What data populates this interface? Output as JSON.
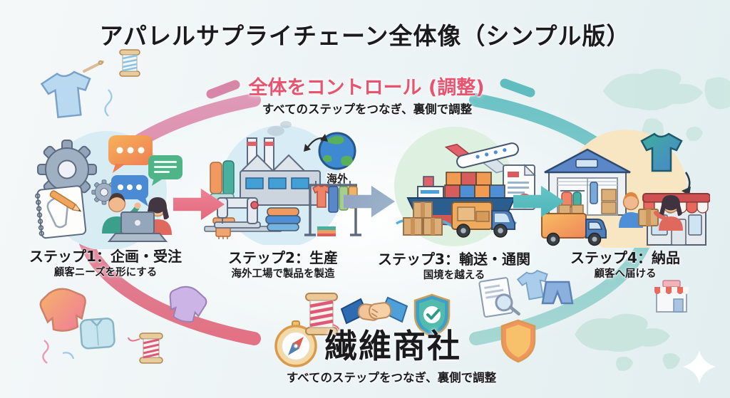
{
  "title": "アパレルサプライチェーン全体像（シンプル版）",
  "control": {
    "heading": "全体をコントロール (調整)",
    "subheading": "すべてのステップをつなぎ、裏側で調整",
    "accent_color": "#e8546f"
  },
  "steps": [
    {
      "title": "ステップ1：企画・受注",
      "subtitle": "顧客ニーズを形にする",
      "illustration": "two-people-planning-at-laptop-with-gears-speech-bubbles-sketch-notebook"
    },
    {
      "title": "ステップ2：生産",
      "subtitle": "海外工場で製品を製造",
      "overseas_badge": "海外",
      "illustration": "factory-sewing-machine-fabric-rolls-clothes-rack-globe"
    },
    {
      "title": "ステップ3：輸送・通関",
      "subtitle": "国境を越える",
      "illustration": "container-ship-airplane-customs-document-boxes-truck"
    },
    {
      "title": "ステップ4：納品",
      "subtitle": "顧客へ届ける",
      "illustration": "warehouse-tshirt-storefront-truck-box-handoff"
    }
  ],
  "flow_arrows": [
    {
      "between": "step1-step2",
      "color": "#e8758a"
    },
    {
      "between": "step2-step3",
      "color": "#97a9c4"
    },
    {
      "between": "step3-step4",
      "color": "#58bfc2"
    }
  ],
  "loop": {
    "left_color": "#df7d96",
    "right_color": "#67c0c2",
    "meaning": "control-loop-connecting-all-steps"
  },
  "hub": {
    "name": "繊維商社",
    "subtitle": "すべてのステップをつなぎ、裏側で調整",
    "icons": [
      "compass-icon",
      "thread-spool-icon",
      "handshake-icon",
      "shield-check-icon",
      "shield-icon"
    ]
  },
  "colors": {
    "map_teal": "#c9e6df",
    "step_circle_blue": "#d8ecf4",
    "step_circle_green": "#def0df",
    "step_circle_cream": "#f8e5c2",
    "text_dark": "#1b1b1e"
  }
}
